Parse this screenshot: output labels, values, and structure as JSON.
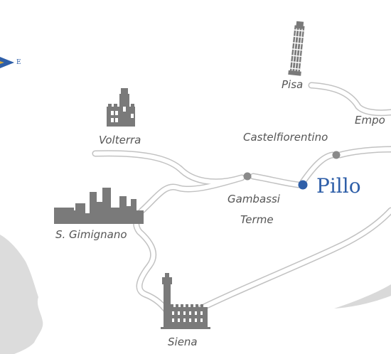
{
  "colors": {
    "road": "#e9e9e9",
    "road_edge": "#c2c2c2",
    "landmark": "#7a7a7a",
    "town_dot": "#8a8a8a",
    "hub_dot": "#2f5fa8",
    "hub_text": "#2f5fa8",
    "label_text": "#555555",
    "inset_land": "#dcdcdc"
  },
  "compass": {
    "label": "E"
  },
  "hub": {
    "label": "Pillo"
  },
  "towns": {
    "pisa": {
      "label": "Pisa",
      "icon": "leaning-tower-icon"
    },
    "empoli": {
      "label": "Empo"
    },
    "castelfiorentino": {
      "label": "Castelfiorentino"
    },
    "volterra": {
      "label": "Volterra",
      "icon": "town-hall-tower-icon"
    },
    "gambassi": {
      "label_line1": "Gambassi",
      "label_line2": "Terme"
    },
    "san_gimignano": {
      "label": "S. Gimignano",
      "icon": "skyline-towers-icon"
    },
    "siena": {
      "label": "Siena",
      "icon": "palazzo-tower-icon"
    }
  },
  "inset": {
    "icon": "italy-silhouette-icon"
  }
}
